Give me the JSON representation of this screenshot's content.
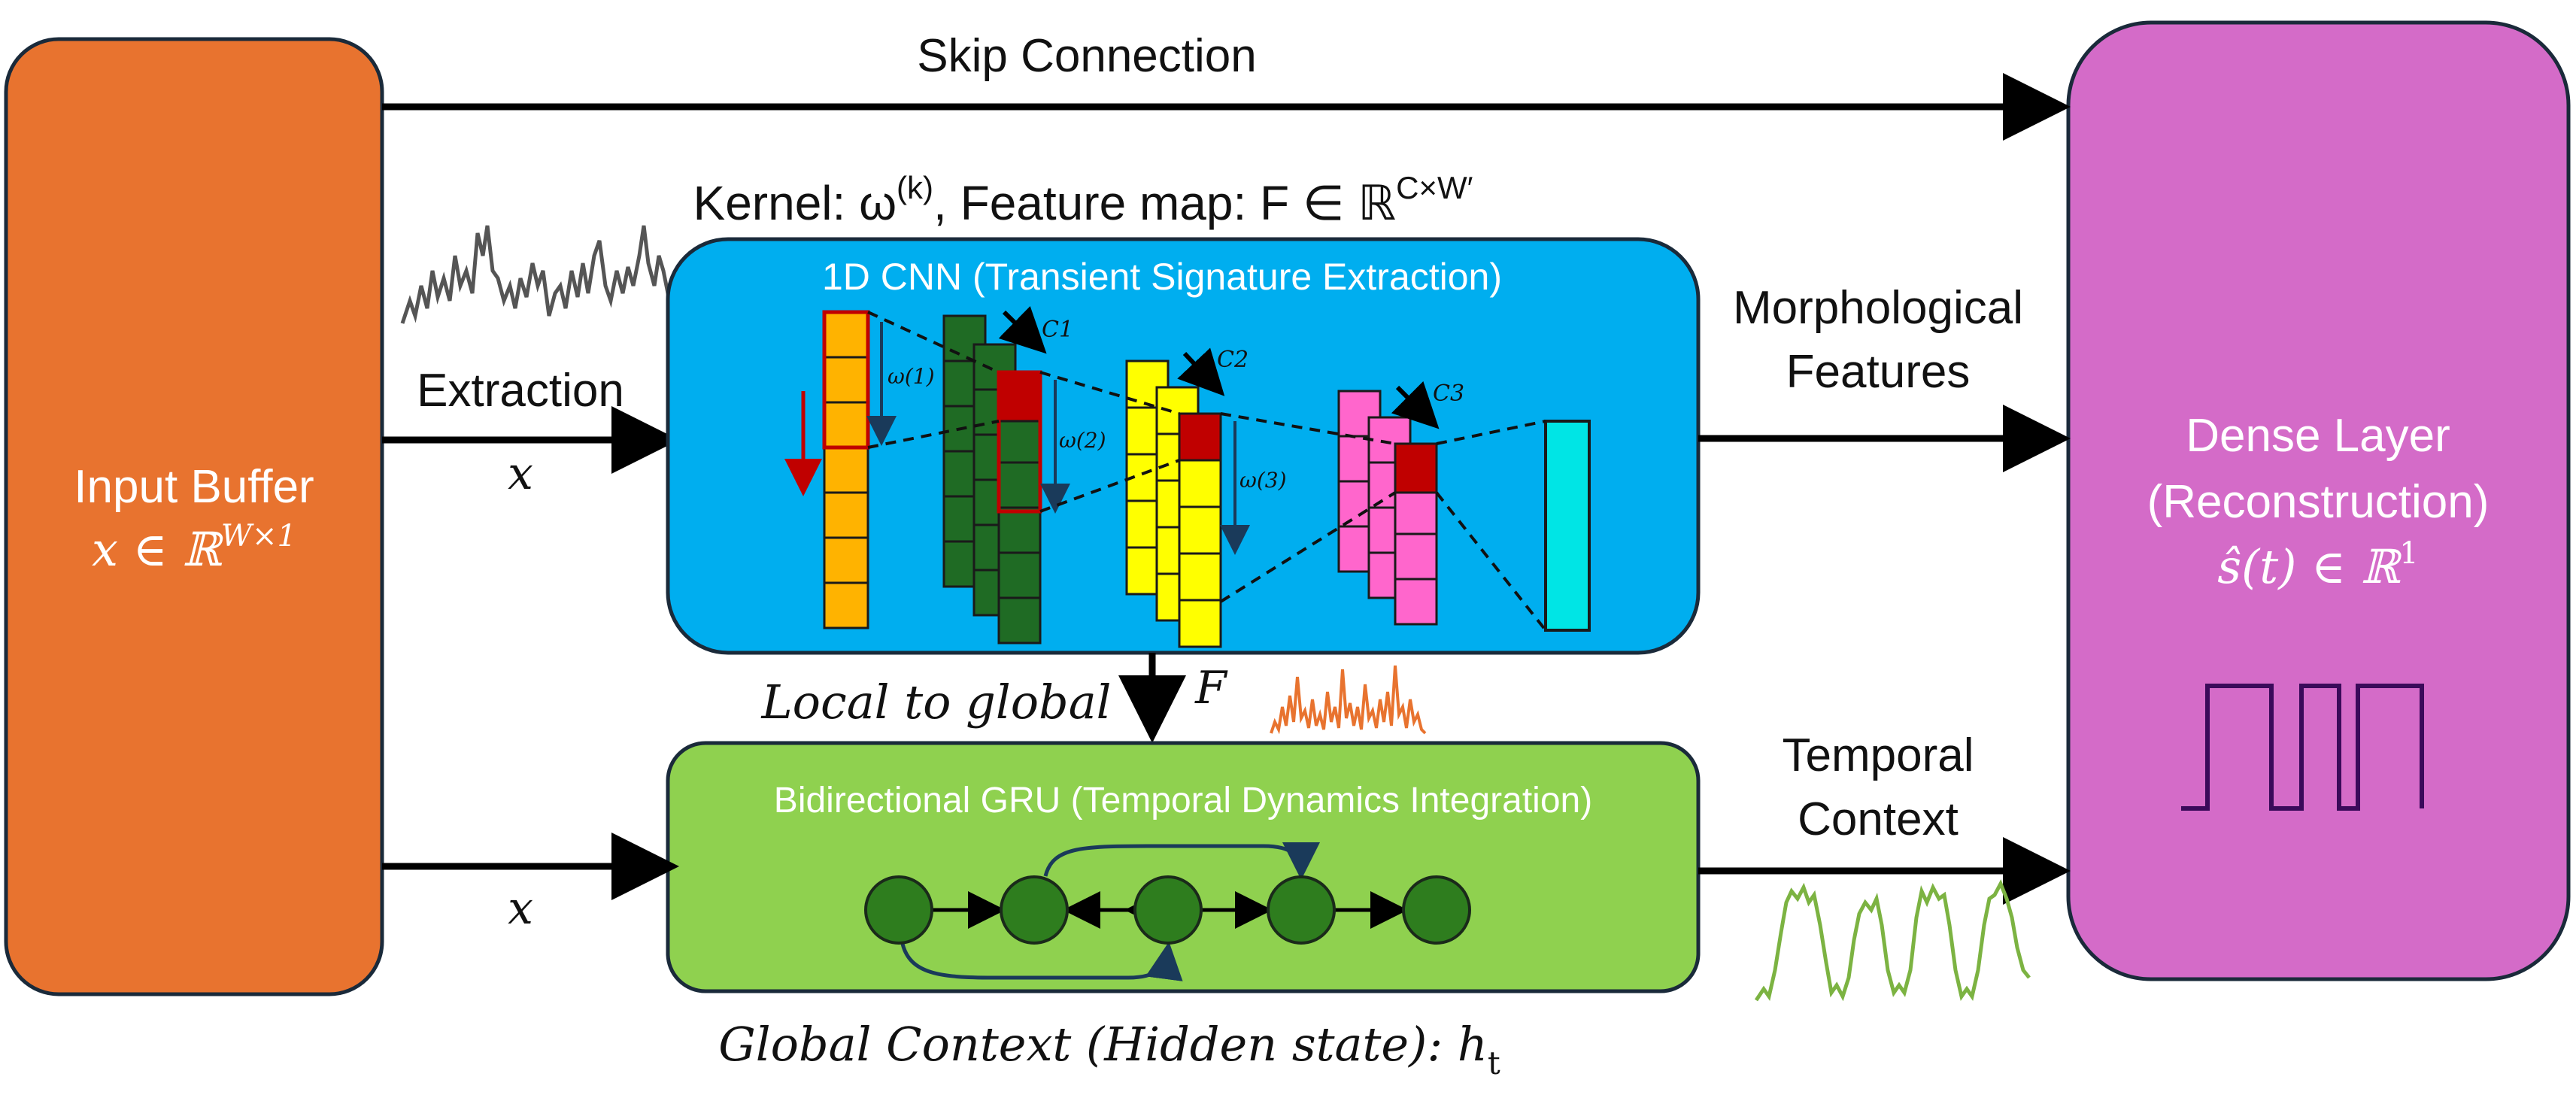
{
  "colors": {
    "input_box": "#E8732F",
    "cnn_box": "#00AEEF",
    "gru_box": "#8FD14F",
    "dense_box": "#D46BC8",
    "gru_node": "#2E7D1E",
    "cnn_layer1": "#FFB300",
    "cnn_layer2": "#1F6B24",
    "cnn_layer3": "#FFFF00",
    "cnn_layer4": "#FF66CC",
    "cnn_output": "#00E5E5",
    "kernel_highlight": "#C00000",
    "input_signal": "#555555",
    "feature_signal": "#E8732F",
    "temporal_signal": "#7CB342",
    "output_signal": "#3A0A5A"
  },
  "input_box": {
    "title": "Input Buffer",
    "formula": "x ∈ ℝ",
    "formula_sup": "W×1"
  },
  "dense_box": {
    "title_line1": "Dense Layer",
    "title_line2": "(Reconstruction)",
    "formula": "ŝ(t) ∈ ℝ",
    "formula_sup": "1"
  },
  "cnn_box": {
    "title": "1D CNN (Transient Signature Extraction)",
    "kernel_caption": "Kernel: ω",
    "kernel_caption_sup": "(k)",
    "feature_map_caption": ", Feature map: F ∈ ℝ",
    "feature_map_sup": "C×W′",
    "kernel_labels": [
      "ω(1)",
      "ω(2)",
      "ω(3)"
    ],
    "channel_labels": [
      "C1",
      "C2",
      "C3"
    ]
  },
  "gru_box": {
    "title": "Bidirectional GRU (Temporal Dynamics Integration)",
    "hidden_caption": "Global Context (Hidden state): h",
    "hidden_sub": "t"
  },
  "labels": {
    "skip_connection": "Skip Connection",
    "extraction": "Extraction",
    "x_top": "x",
    "x_bottom": "x",
    "morphological_line1": "Morphological",
    "morphological_line2": "Features",
    "temporal_line1": "Temporal",
    "temporal_line2": "Context",
    "local_to_global": "Local to global",
    "feature_F": "F"
  }
}
